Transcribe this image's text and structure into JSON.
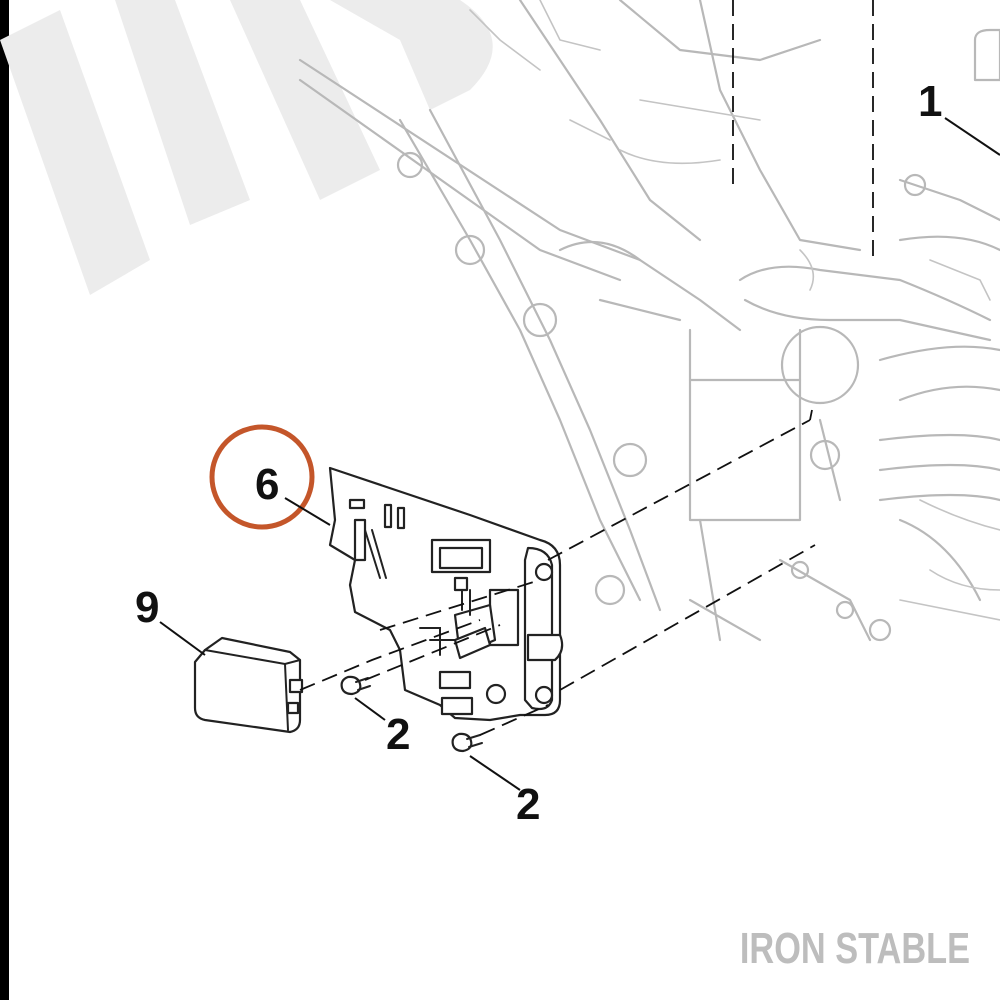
{
  "diagram": {
    "callouts": [
      {
        "id": "1",
        "label": "1"
      },
      {
        "id": "6",
        "label": "6",
        "highlighted": true
      },
      {
        "id": "9",
        "label": "9"
      },
      {
        "id": "2a",
        "label": "2"
      },
      {
        "id": "2b",
        "label": "2"
      }
    ],
    "highlight_color": "#c4562a",
    "background_line_color": "#b8b8b8",
    "part_line_color": "#222222"
  },
  "watermark": {
    "text": "IRON STABLE",
    "color": "#bdbdbd"
  }
}
